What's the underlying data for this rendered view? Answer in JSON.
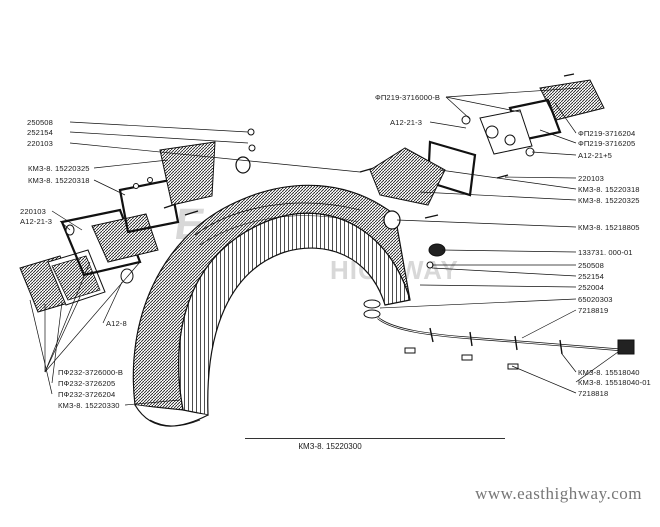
{
  "caption": "КМЗ-8. 15220300",
  "watermark": "EAST",
  "watermark_sub": "HIGHWAY",
  "site_url": "www.easthighway.com",
  "labels": {
    "l_250508_top": "250508",
    "l_252154_top": "252154",
    "l_220103_top": "220103",
    "l_kmz_15220325_left": "КМЗ-8. 15220325",
    "l_kmz_15220318_left": "КМЗ-8. 15220318",
    "l_220103_left": "220103",
    "l_a12_21_3_left": "А12-21-3",
    "l_a12_8": "А12-8",
    "l_pf232_3726000": "ПФ232-3726000-В",
    "l_pf232_3726205": "ПФ232-3726205",
    "l_pf232_3726204": "ПФ232-3726204",
    "l_kmz_15220330": "КМЗ-8. 15220330",
    "l_fp219_3716000": "ФП219-3716000-В",
    "l_a12_21_3_right": "А12-21-3",
    "l_fp219_3716204": "ФП219-3716204",
    "l_fp219_3716205": "ФП219-3716205",
    "l_a12_21_5": "А12-21+5",
    "l_220103_right": "220103",
    "l_kmz_15220318_right": "КМЗ-8. 15220318",
    "l_kmz_15220325_right": "КМЗ-8. 15220325",
    "l_kmz_15218805": "КМЗ-8. 15218805",
    "l_133731": "133731. 000-01",
    "l_250508_right": "250508",
    "l_252154_right": "252154",
    "l_252004": "252004",
    "l_65020303": "65020303",
    "l_7218819": "7218819",
    "l_kmz_15518040": "КМЗ-8. 15518040",
    "l_kmz_15518040_01": "КМЗ-8. 15518040-01",
    "l_7218818": "7218818"
  }
}
